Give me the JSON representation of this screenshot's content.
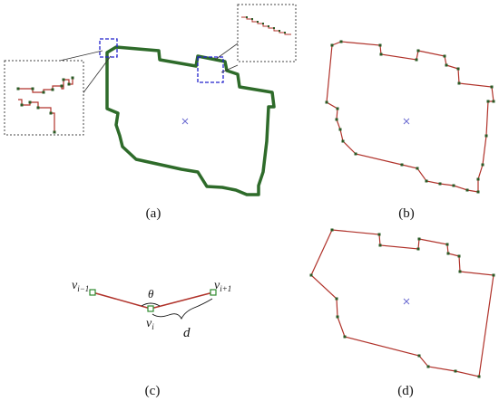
{
  "panels": {
    "a": {
      "caption": "(a)"
    },
    "b": {
      "caption": "(b)"
    },
    "c": {
      "caption": "(c)",
      "labels": {
        "v_left_base": "v",
        "v_left_sub": "i−1",
        "v_right_base": "v",
        "v_right_sub": "i+1",
        "v_mid_base": "v",
        "v_mid_sub": "i",
        "theta": "θ",
        "d": "d"
      }
    },
    "d": {
      "caption": "(d)"
    }
  },
  "colors": {
    "dense_outline": "#2e6b2a",
    "simplified_line": "#b0322a",
    "vertex": "#2a5a25",
    "zoom_box": "#2222cc",
    "callout_frame": "#444444",
    "centroid": "#6a6ad0"
  },
  "icons": {
    "vertex_marker": "small-square-icon",
    "centroid_marker": "x-cross-icon"
  }
}
